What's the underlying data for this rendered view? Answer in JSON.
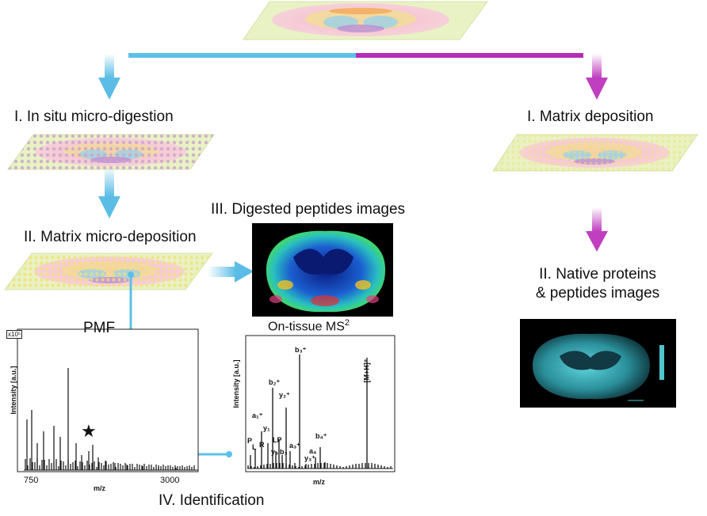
{
  "labels": {
    "in_situ": "I. In situ micro-digestion",
    "matrix_micro": "II. Matrix  micro-deposition",
    "digested_images": "III. Digested peptides images",
    "pmf": "PMF",
    "on_tissue": "On-tissue MS",
    "on_tissue_sup": "2",
    "identification": "IV. Identification",
    "matrix_dep": "I. Matrix deposition",
    "native_l1": "II. Native proteins",
    "native_l2": "& peptides images"
  },
  "pmf_spectrum": {
    "scale": "x10⁵",
    "ylabel": "Intensity [a.u.]",
    "xlabel": "m/z",
    "xmin_label": "750",
    "xmax_label": "3000",
    "marker": "★"
  },
  "ms2_spectrum": {
    "ylabel": "Intensity [a.u.]",
    "xlabel": "m/z",
    "peak_labels": [
      "b₃⁺",
      "b₂⁺",
      "y₂⁺",
      "a₁⁺",
      "y₁",
      "L",
      "P",
      "R",
      "LP",
      "y₃",
      "b₃",
      "a₃⁺",
      "a₄",
      "y₃⁺",
      "b₄⁺",
      "[M+H]⁺"
    ]
  },
  "colors": {
    "left_branch": "#5bc0e8",
    "right_branch": "#b52cb5",
    "slab": "#e8f2c4"
  }
}
